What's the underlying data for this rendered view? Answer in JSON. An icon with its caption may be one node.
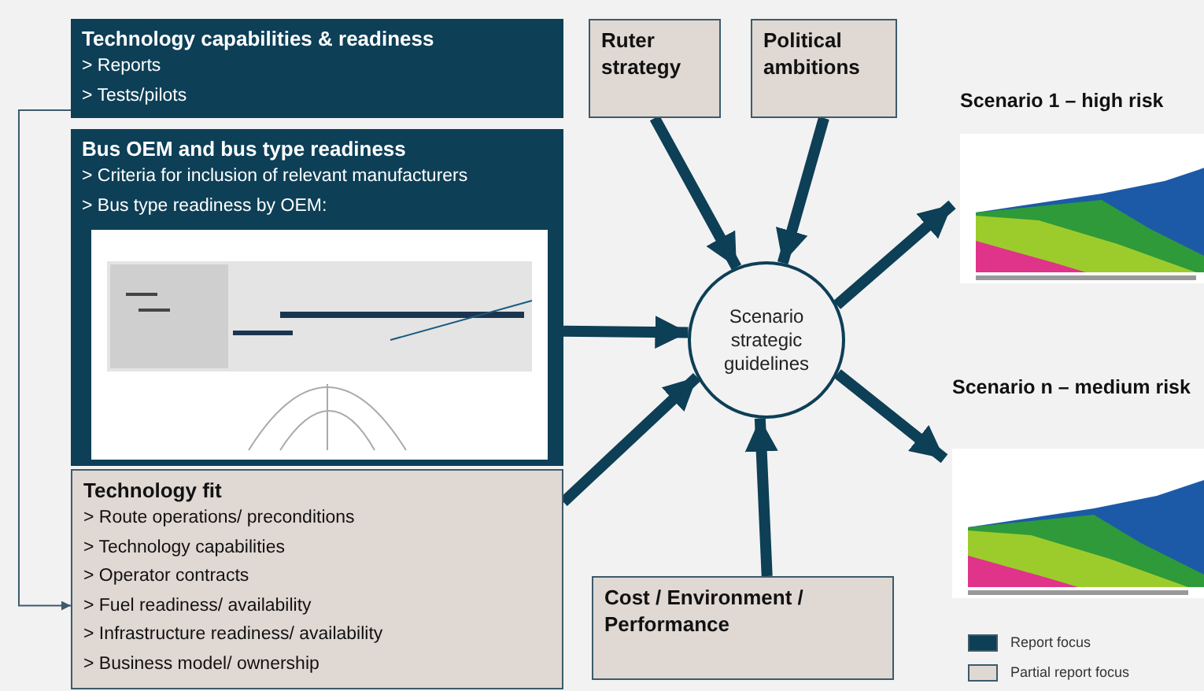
{
  "diagram": {
    "nodes": [
      {
        "text": [
          "Technology capabilities  & readiness",
          "> Reports",
          "> Tests/pilots"
        ]
      },
      {
        "text": [
          "Bus OEM and bus type readiness",
          "> Criteria for inclusion of relevant manufacturers",
          "> Bus type readiness by OEM:"
        ]
      },
      {
        "text": [],
        "shape": "picture",
        "in": 1
      },
      {
        "text": [
          "Technology fit",
          "> Route operations/ preconditions",
          "> Technology capabilities",
          "> Operator contracts",
          "> Fuel readiness/ availability",
          "> Infrastructure readiness/ availability",
          "> Business model/ ownership"
        ]
      },
      {
        "text": [
          "Ruter strategy"
        ]
      },
      {
        "text": [
          "Political ambitions"
        ]
      },
      {
        "text": [
          "Scenario strategic guidelines"
        ]
      },
      {
        "text": [
          "Cost / Environment / Performance"
        ]
      },
      {
        "text": [
          "Scenario 1 – high risk"
        ]
      },
      {
        "text": [
          "Scenario n – medium risk"
        ]
      }
    ],
    "edges": [
      {
        "from": 0,
        "to": 3,
        "arrow": "to",
        "color": "#3c5b6b"
      },
      {
        "from": 4,
        "to": 6,
        "arrow": "to"
      },
      {
        "from": 5,
        "to": 6,
        "arrow": "to"
      },
      {
        "from": 1,
        "to": 6,
        "arrow": "to"
      },
      {
        "from": 3,
        "to": 6,
        "arrow": "to"
      },
      {
        "from": 7,
        "to": 6,
        "arrow": "to"
      },
      {
        "from": 6,
        "to": 8,
        "arrow": "to"
      },
      {
        "from": 6,
        "to": 9,
        "arrow": "to"
      }
    ],
    "legend": [
      {
        "text": "Report focus",
        "color": "#0d3f56"
      },
      {
        "text": "Partial report focus",
        "color": "#e0d8d3"
      }
    ]
  }
}
